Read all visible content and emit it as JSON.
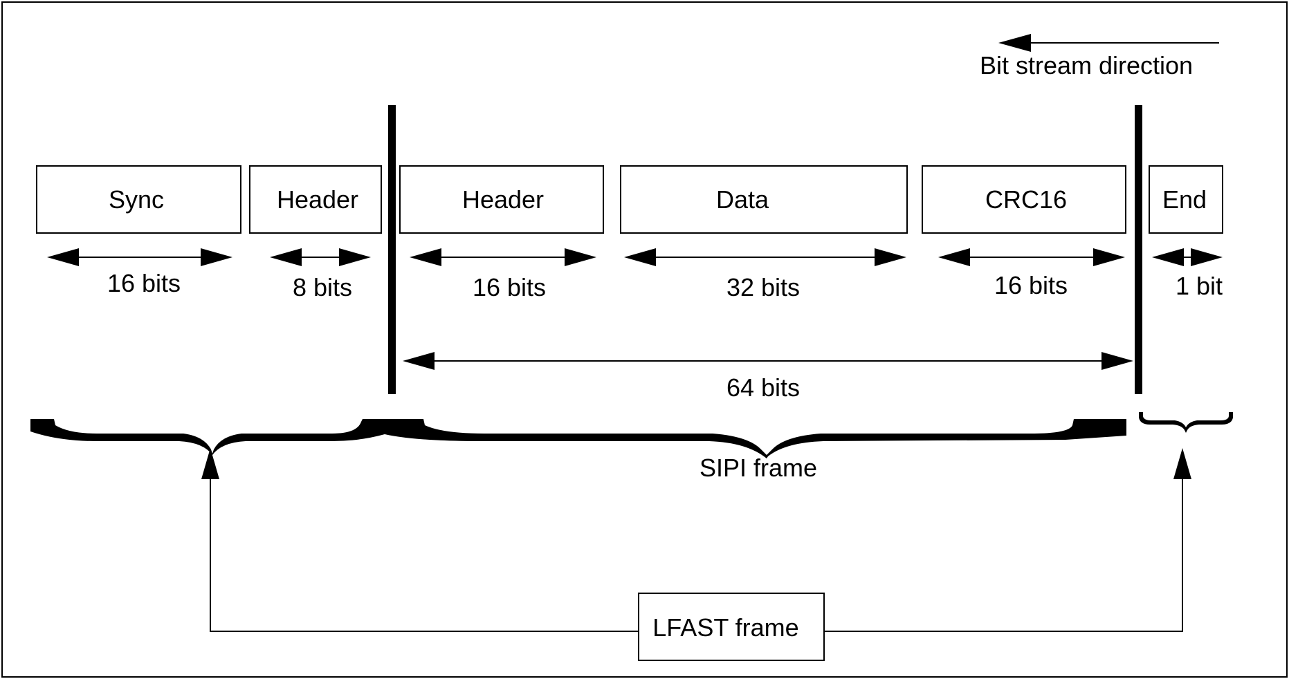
{
  "direction": {
    "label": "Bit stream direction"
  },
  "fields": [
    {
      "name": "Sync",
      "bits_label": "16 bits"
    },
    {
      "name": "Header",
      "bits_label": "8 bits"
    },
    {
      "name": "Header",
      "bits_label": "16 bits"
    },
    {
      "name": "Data",
      "bits_label": "32 bits"
    },
    {
      "name": "CRC16",
      "bits_label": "16 bits"
    },
    {
      "name": "End",
      "bits_label": "1 bit"
    }
  ],
  "span": {
    "bits_label": "64 bits"
  },
  "sipi": {
    "label": "SIPI frame"
  },
  "lfast": {
    "label": "LFAST frame"
  }
}
